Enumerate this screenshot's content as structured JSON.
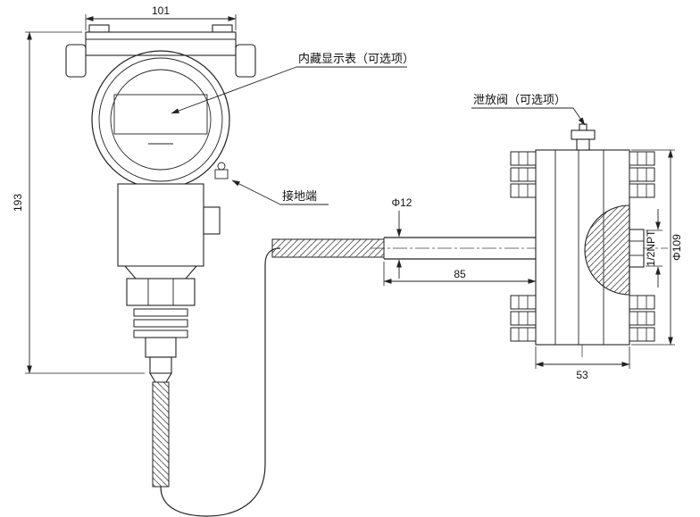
{
  "meta": {
    "background": "#ffffff",
    "line_color": "#222222",
    "description": "Dimensional outline drawing of a pressure level transmitter with display head, flexible cable probe and flanged diaphragm seal"
  },
  "drawing": {
    "dimensions": {
      "cap_width": "101",
      "body_height": "193",
      "probe_diameter": "Φ12",
      "probe_length": "85",
      "flange_thickness": "53",
      "flange_diameter": "Φ109",
      "process_thread": "1/2NPT"
    },
    "callouts": {
      "display": "内藏显示表（可选项）",
      "ground": "接地端",
      "vent": "泄放阀（可选项）"
    }
  }
}
